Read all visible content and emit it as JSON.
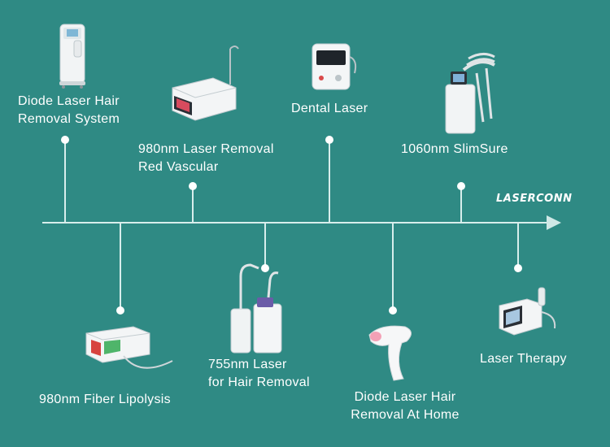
{
  "brand": "LASERCONN",
  "colors": {
    "background": "#2f8a84",
    "line": "#d8eeec",
    "white": "#ffffff"
  },
  "items": [
    {
      "lines": [
        "Diode Laser Hair",
        "Removal System"
      ]
    },
    {
      "lines": [
        "980nm Laser Removal",
        "Red Vascular"
      ]
    },
    {
      "lines": [
        "Dental Laser"
      ]
    },
    {
      "lines": [
        "1060nm SlimSure"
      ]
    },
    {
      "lines": [
        "980nm Fiber Lipolysis"
      ]
    },
    {
      "lines": [
        "755nm Laser",
        "for Hair Removal"
      ]
    },
    {
      "lines": [
        "Diode Laser Hair",
        "Removal At Home"
      ]
    },
    {
      "lines": [
        "Laser Therapy"
      ]
    }
  ]
}
